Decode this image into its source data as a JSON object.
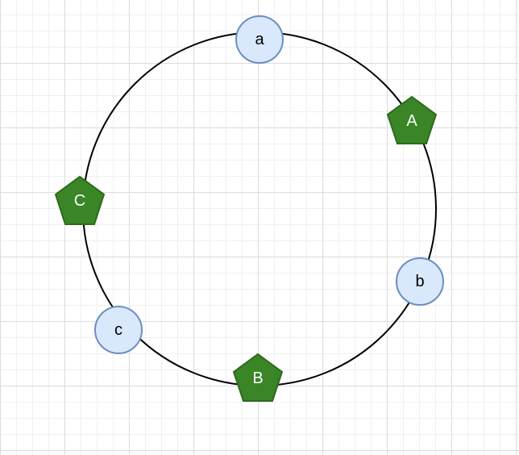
{
  "diagram": {
    "ring_color": "#000000",
    "circle_fill": "#dae8fc",
    "circle_stroke": "#6c8ebf",
    "pentagon_fill": "#3a8526",
    "pentagon_stroke": "#2d6a1e",
    "nodes": {
      "a": "a",
      "b": "b",
      "c": "c",
      "A": "A",
      "B": "B",
      "C": "C"
    }
  }
}
